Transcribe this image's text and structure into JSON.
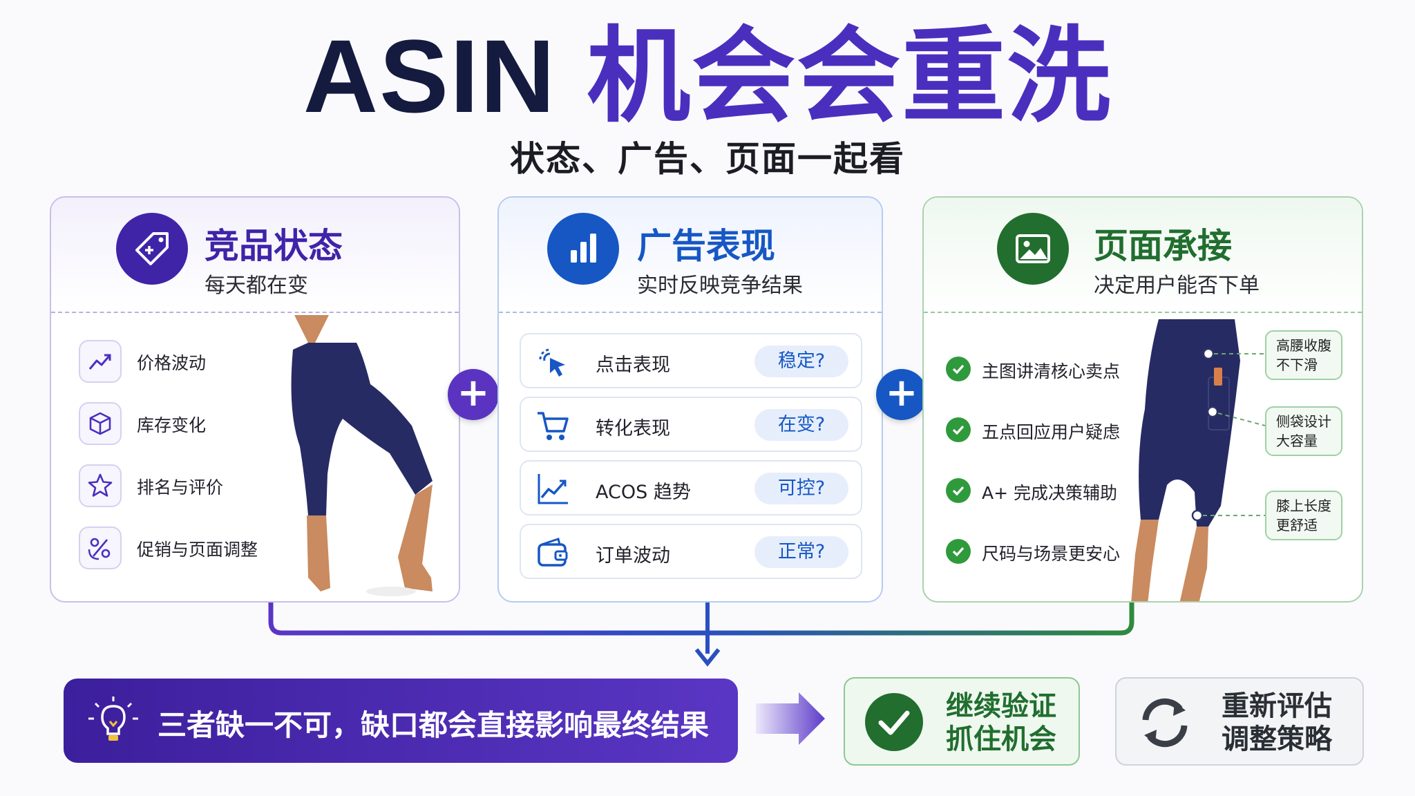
{
  "title": {
    "main": "ASIN",
    "accent": "机会会重洗"
  },
  "subtitle": "状态、广告、页面一起看",
  "panels": {
    "status": {
      "title": "竞品状态",
      "sub": "每天都在变",
      "icon": "price-tag-icon",
      "items": [
        {
          "label": "价格波动",
          "icon": "trend-up-icon"
        },
        {
          "label": "库存变化",
          "icon": "box-icon"
        },
        {
          "label": "排名与评价",
          "icon": "star-icon"
        },
        {
          "label": "促销与页面调整",
          "icon": "percent-icon"
        }
      ]
    },
    "ads": {
      "title": "广告表现",
      "sub": "实时反映竞争结果",
      "icon": "bar-chart-icon",
      "items": [
        {
          "label": "点击表现",
          "badge": "稳定?",
          "icon": "click-cursor-icon"
        },
        {
          "label": "转化表现",
          "badge": "在变?",
          "icon": "cart-icon"
        },
        {
          "label": "ACOS 趋势",
          "badge": "可控?",
          "icon": "line-chart-icon"
        },
        {
          "label": "订单波动",
          "badge": "正常?",
          "icon": "wallet-icon"
        }
      ]
    },
    "page": {
      "title": "页面承接",
      "sub": "决定用户能否下单",
      "icon": "image-icon",
      "items": [
        {
          "label": "主图讲清核心卖点"
        },
        {
          "label": "五点回应用户疑虑"
        },
        {
          "label": "A+ 完成决策辅助"
        },
        {
          "label": "尺码与场景更安心"
        }
      ],
      "callouts": [
        {
          "line1": "高腰收腹",
          "line2": "不下滑"
        },
        {
          "line1": "侧袋设计",
          "line2": "大容量"
        },
        {
          "line1": "膝上长度",
          "line2": "更舒适"
        }
      ]
    }
  },
  "plus_symbol": "+",
  "banner": {
    "text": "三者缺一不可，缺口都会直接影响最终结果",
    "icon": "lightbulb-icon"
  },
  "outcomes": {
    "continue": {
      "line1": "继续验证",
      "line2": "抓住机会",
      "icon": "check-circle-icon"
    },
    "reevaluate": {
      "line1": "重新评估",
      "line2": "调整策略",
      "icon": "refresh-icon"
    }
  },
  "colors": {
    "purple": "#3f24a8",
    "blue": "#1657c4",
    "green": "#216e2f",
    "navy_title": "#141b3f"
  }
}
